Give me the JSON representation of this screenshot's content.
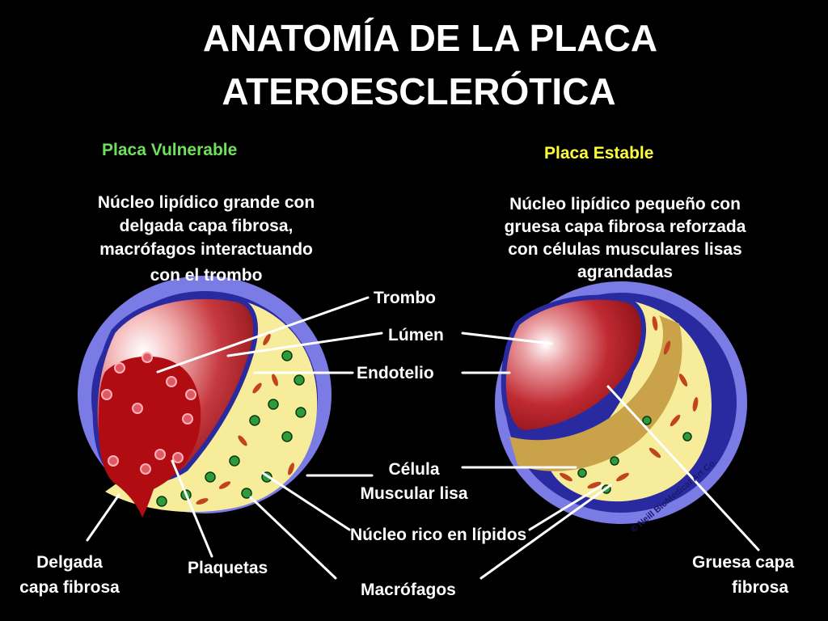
{
  "title": {
    "line1": "ANATOMÍA DE LA PLACA",
    "line2": "ATEROESCLERÓTICA"
  },
  "vulnerable": {
    "heading": "Placa Vulnerable",
    "description": [
      "Núcleo lipídico grande con",
      "delgada capa fibrosa,",
      "macrófagos interactuando",
      "con el trombo"
    ]
  },
  "stable": {
    "heading": "Placa Estable",
    "description": [
      "Núcleo lipídico pequeño con",
      "gruesa capa fibrosa reforzada",
      "con células musculares lisas",
      "agrandadas"
    ]
  },
  "labels": {
    "trombo": "Trombo",
    "lumen": "Lúmen",
    "endotelio": "Endotelio",
    "celula_line1": "Célula",
    "celula_line2": "Muscular lisa",
    "nucleo": "Núcleo rico en lípidos",
    "macrofagos": "Macrófagos",
    "plaquetas": "Plaquetas",
    "delgada_line1": "Delgada",
    "delgada_line2": "capa fibrosa",
    "gruesa_line1": "Gruesa  capa",
    "gruesa_line2": "fibrosa"
  },
  "copyright": "© Neill BioMedical Art Co.",
  "colors": {
    "background": "#000000",
    "vessel_outer": "#7b7be6",
    "vessel_ring": "#2a2aa0",
    "plaque": "#f6ec9a",
    "lumen": "#c4202a",
    "thrombus": "#b00c12",
    "heading_green": "#6ee05b",
    "heading_yellow": "#ffff3c",
    "text": "#ffffff"
  }
}
